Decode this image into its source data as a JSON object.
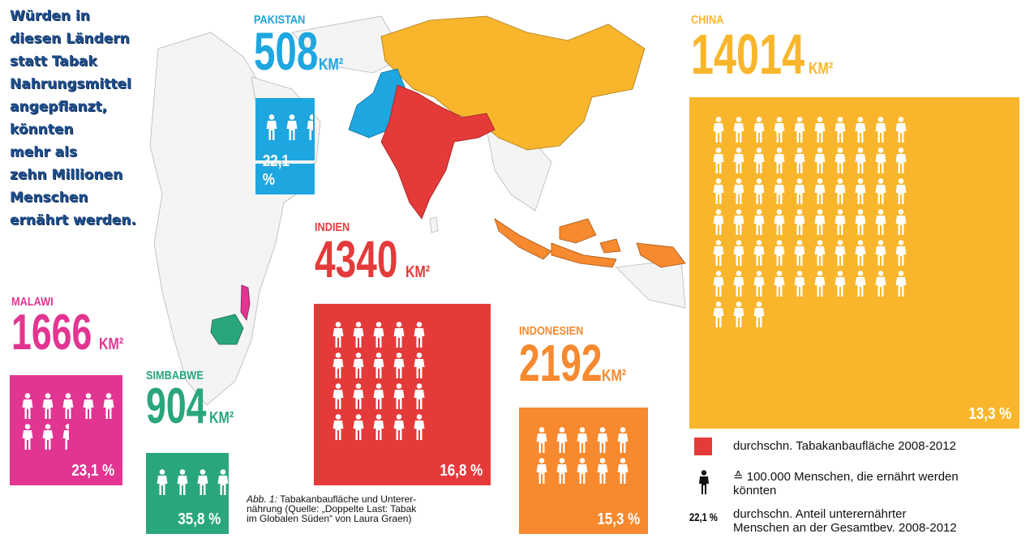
{
  "headline": [
    "Würden in",
    "diesen Ländern",
    "statt Tabak",
    "Nahrungsmittel",
    "angepflanzt,",
    "könnten",
    "mehr als",
    "zehn Millionen",
    "Menschen",
    "ernährt werden."
  ],
  "unit": "KM²",
  "countries": [
    {
      "key": "pakistan",
      "name": "PAKISTAN",
      "area": "508",
      "pct": "22,1 %",
      "people": 2.5,
      "cols": 3,
      "color": "#1ea6e0"
    },
    {
      "key": "china",
      "name": "CHINA",
      "area": "14014",
      "pct": "13,3 %",
      "people": 63,
      "cols": 10,
      "color": "#f9b62c"
    },
    {
      "key": "indien",
      "name": "INDIEN",
      "area": "4340",
      "pct": "16,8 %",
      "people": 20,
      "cols": 5,
      "color": "#e53a3a"
    },
    {
      "key": "malawi",
      "name": "MALAWI",
      "area": "1666",
      "pct": "23,1 %",
      "people": 7.5,
      "cols": 5,
      "color": "#e23592"
    },
    {
      "key": "simbabwe",
      "name": "SIMBABWE",
      "area": "904",
      "pct": "35,8 %",
      "people": 4,
      "cols": 4,
      "color": "#2aa67e"
    },
    {
      "key": "indonesien",
      "name": "INDONESIEN",
      "area": "2192",
      "pct": "15,3 %",
      "people": 10,
      "cols": 5,
      "color": "#f7892e"
    }
  ],
  "caption": {
    "label": "Abb. 1:",
    "text": "Tabakanbaufläche und Unterer-",
    "line2": "nährung (Quelle: „Doppelte Last: Tabak",
    "line3": "im Globalen Süden“ von Laura Graen)"
  },
  "legend": {
    "area_label": "durchschn. Tabakanbaufläche 2008-2012",
    "person_label": "≙ 100.000 Menschen, die ernährt werden",
    "person_label2": "könnten",
    "pct_sample": "22,1 %",
    "pct_label": "durchschn. Anteil unterernährter",
    "pct_label2": "Menschen an der Gesamtbev. 2008-2012"
  }
}
